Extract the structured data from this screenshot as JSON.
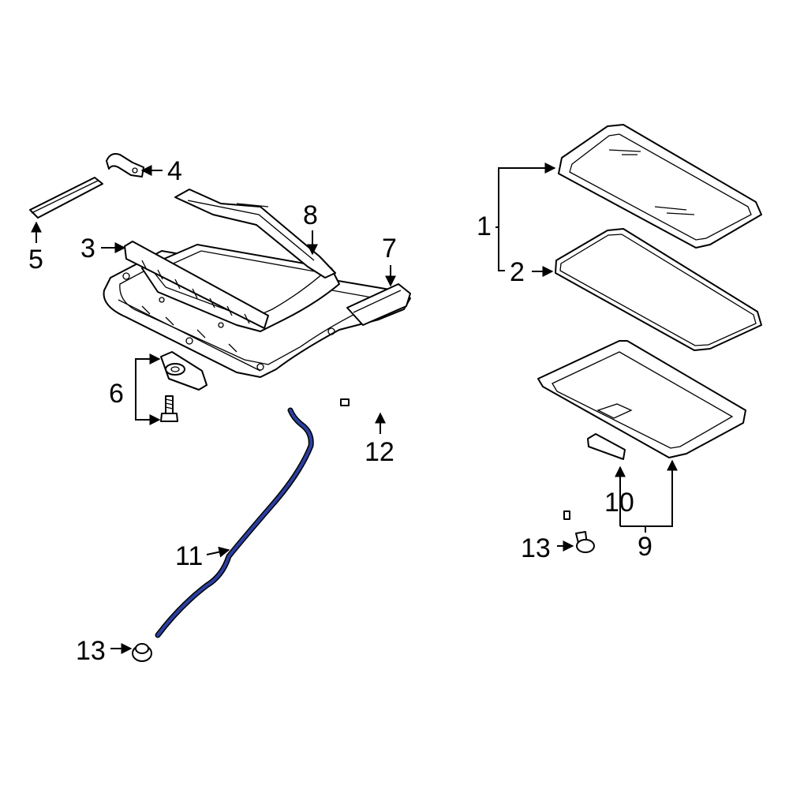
{
  "diagram": {
    "highlight_color": "#2b3fa0",
    "line_color": "#000000",
    "background": "#ffffff",
    "callouts": {
      "c1": "1",
      "c2": "2",
      "c3": "3",
      "c4": "4",
      "c5": "5",
      "c6": "6",
      "c7": "7",
      "c8": "8",
      "c9": "9",
      "c10": "10",
      "c11": "11",
      "c12": "12",
      "c13a": "13",
      "c13b": "13"
    }
  }
}
